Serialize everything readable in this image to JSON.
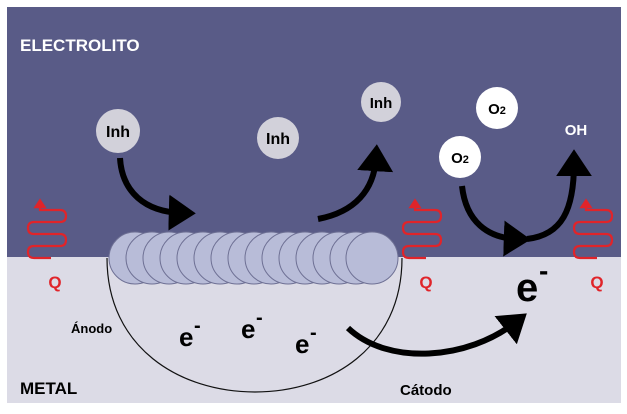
{
  "regions": {
    "electrolyte_label": "ELECTROLITO",
    "metal_label": "METAL"
  },
  "sites": {
    "anode_label": "Ánodo",
    "cathode_label": "Cátodo"
  },
  "species": {
    "inhibitor_left": "Inh",
    "inhibitor_middle": "Inh",
    "inhibitor_top": "Inh",
    "oxygen_top_base": "O",
    "oxygen_top_subscript": "2",
    "oxygen_lower_base": "O",
    "oxygen_lower_subscript": "2",
    "hydroxide": "OH"
  },
  "electrons": {
    "base": "e",
    "charge": "-"
  },
  "heat": {
    "label_left": "Q",
    "label_middle": "Q",
    "label_right": "Q"
  },
  "colors": {
    "electrolyte": "#595b87",
    "metal": "#dcdbe6",
    "adsorbed_film": "#b8bcd8",
    "molecule_circle": "#d2d1da",
    "heat_red": "#e0242a",
    "arrow": "#000000"
  },
  "icons": [
    "heat-wave-arrow-icon",
    "curved-arrow-icon"
  ]
}
